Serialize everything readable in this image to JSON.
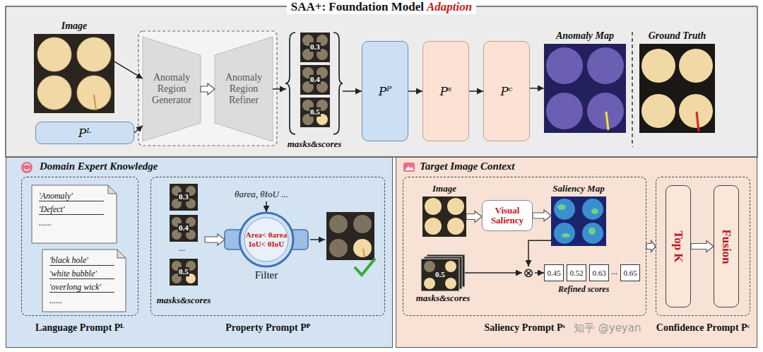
{
  "diagram": {
    "title": "SAA+: Foundation Model",
    "nodes": [
      {
        "text": [
          "Image"
        ]
      },
      {
        "text": [
          "Pᴸ"
        ]
      },
      {
        "text": [
          "Anomaly Region Generator"
        ]
      },
      {
        "text": [
          "Anomaly Region Refiner"
        ]
      },
      {
        "text": [
          "masks&scores"
        ]
      },
      {
        "text": [
          "Pᴾ"
        ]
      },
      {
        "text": [
          "Pˢ"
        ]
      },
      {
        "text": [
          "Pᶜ"
        ]
      },
      {
        "text": [
          "Anomaly Map"
        ]
      },
      {
        "text": [
          "Ground Truth"
        ]
      },
      {
        "text": [
          "Domain Expert Knowledge"
        ]
      },
      {
        "text": [
          "Language Prompt Pᴸ"
        ],
        "in": 10
      },
      {
        "text": [
          "'Anomaly'",
          "'Defect'",
          "......"
        ],
        "in": 11
      },
      {
        "text": [
          "'black hole'",
          "'white bubble'",
          "'overlong wick'",
          "......"
        ],
        "in": 11
      },
      {
        "text": [
          "Property Prompt Pᴾ"
        ],
        "in": 10
      },
      {
        "text": [
          "masks&scores"
        ],
        "in": 14
      },
      {
        "text": [
          "Area< θarea",
          "IoU< θIoU",
          "Filter"
        ],
        "in": 14
      },
      {
        "text": [
          "Target Image Context"
        ]
      },
      {
        "text": [
          "Saliency Prompt Pˢ"
        ],
        "in": 17
      },
      {
        "text": [
          "Image"
        ],
        "in": 18
      },
      {
        "text": [
          "Visual Saliency"
        ],
        "in": 18
      },
      {
        "text": [
          "Saliency Map"
        ],
        "in": 18
      },
      {
        "text": [
          "masks&scores"
        ],
        "in": 18
      },
      {
        "text": [
          "⊗"
        ],
        "in": 18
      },
      {
        "text": [
          "0.45"
        ],
        "in": 18
      },
      {
        "text": [
          "0.52"
        ],
        "in": 18
      },
      {
        "text": [
          "0.63"
        ],
        "in": 18
      },
      {
        "text": [
          "0.65"
        ],
        "in": 18
      },
      {
        "text": [
          "Confidence Prompt Pᶜ"
        ],
        "in": 17
      },
      {
        "text": [
          "Top K"
        ],
        "in": 28
      },
      {
        "text": [
          "Fusion"
        ],
        "in": 28
      }
    ],
    "edges": [
      {
        "from": 0,
        "to": 2,
        "arrow": "to"
      },
      {
        "from": 1,
        "to": 2,
        "arrow": "to"
      },
      {
        "from": 2,
        "to": 3,
        "arrow": "to"
      },
      {
        "from": 3,
        "to": 4,
        "arrow": "to"
      },
      {
        "from": 4,
        "to": 5,
        "arrow": "to"
      },
      {
        "from": 5,
        "to": 6,
        "arrow": "to"
      },
      {
        "from": 6,
        "to": 7,
        "arrow": "to"
      },
      {
        "from": 7,
        "to": 8,
        "arrow": "to"
      },
      {
        "from": 15,
        "to": 16,
        "arrow": "to"
      },
      {
        "from": 19,
        "to": 20,
        "arrow": "to"
      },
      {
        "from": 20,
        "to": 21,
        "arrow": "to"
      },
      {
        "from": 21,
        "to": 23,
        "arrow": "to"
      },
      {
        "from": 22,
        "to": 23,
        "arrow": "to"
      },
      {
        "from": 23,
        "to": 24,
        "arrow": "to"
      },
      {
        "from": 18,
        "to": 28,
        "arrow": "to"
      },
      {
        "from": 29,
        "to": 30,
        "arrow": "to"
      }
    ],
    "labels": [
      "Adaption",
      "0.3",
      "0.4",
      "0.5",
      "θarea, θIoU ...",
      "0.3",
      "0.4",
      "...",
      "0.5",
      "0.5",
      "...",
      "Refined scores",
      "知乎 @yeyan"
    ]
  }
}
